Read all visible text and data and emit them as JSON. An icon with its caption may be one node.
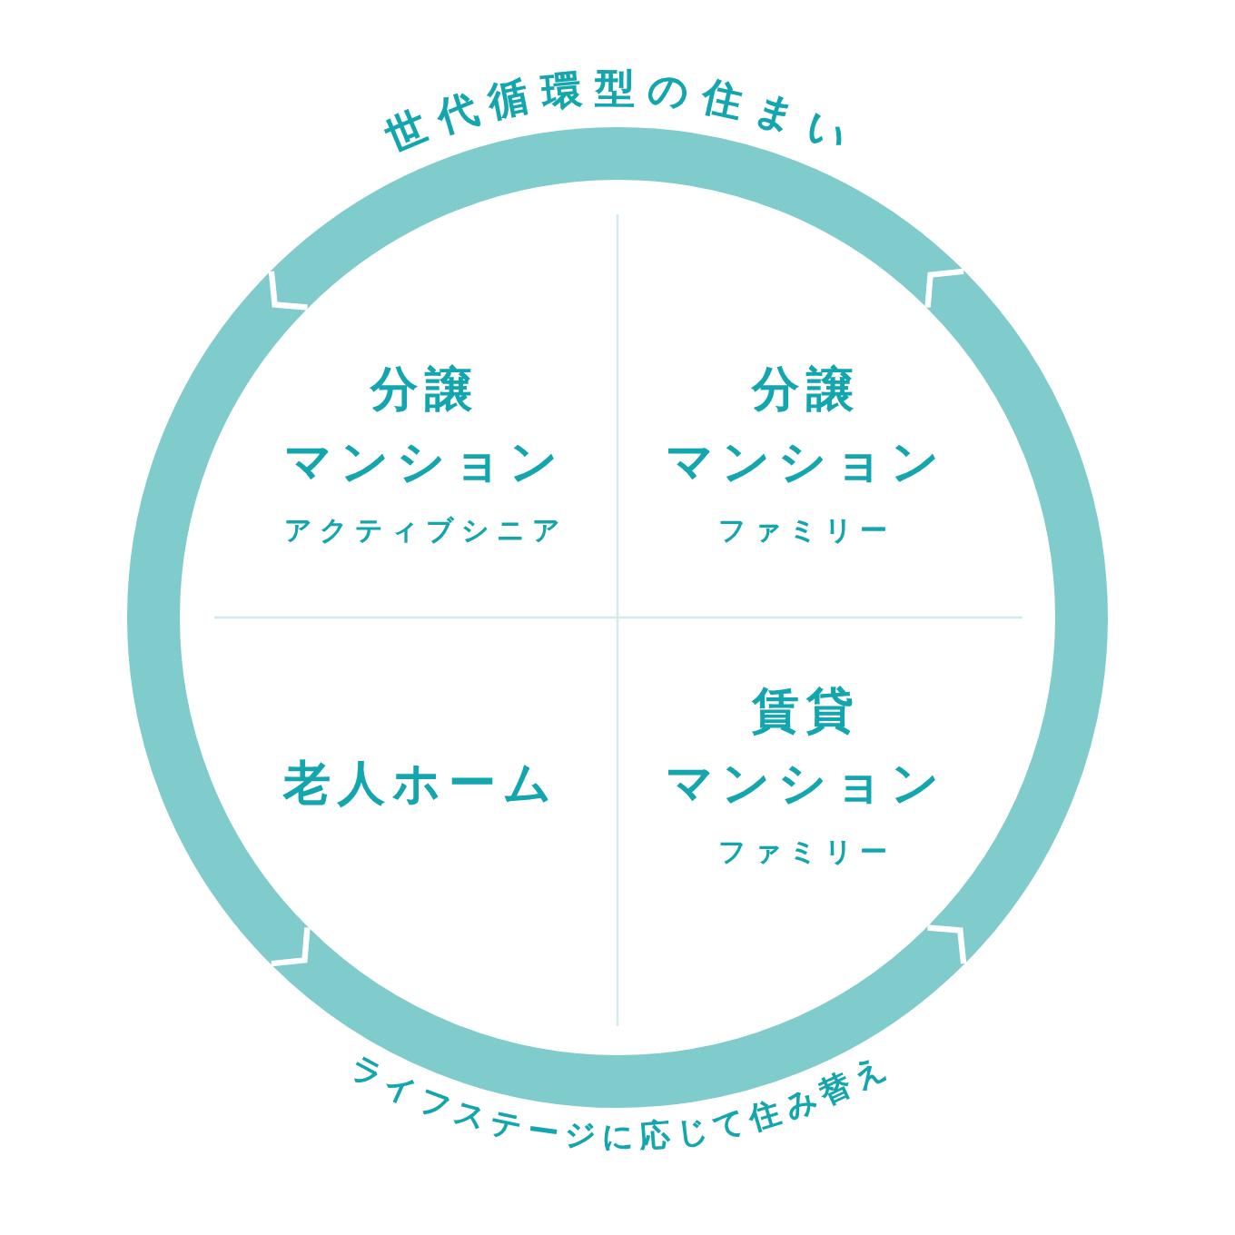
{
  "diagram": {
    "title": "世代循環型の住まい",
    "nodes": [
      {
        "text": [
          "分譲マンション",
          "アクティブシニア"
        ]
      },
      {
        "text": [
          "分譲マンション",
          "ファミリー"
        ]
      },
      {
        "text": [
          "老人ホーム"
        ]
      },
      {
        "text": [
          "賃貸マンション",
          "ファミリー"
        ]
      }
    ],
    "labels": [
      "ライフステージに応じて住み替え"
    ]
  }
}
